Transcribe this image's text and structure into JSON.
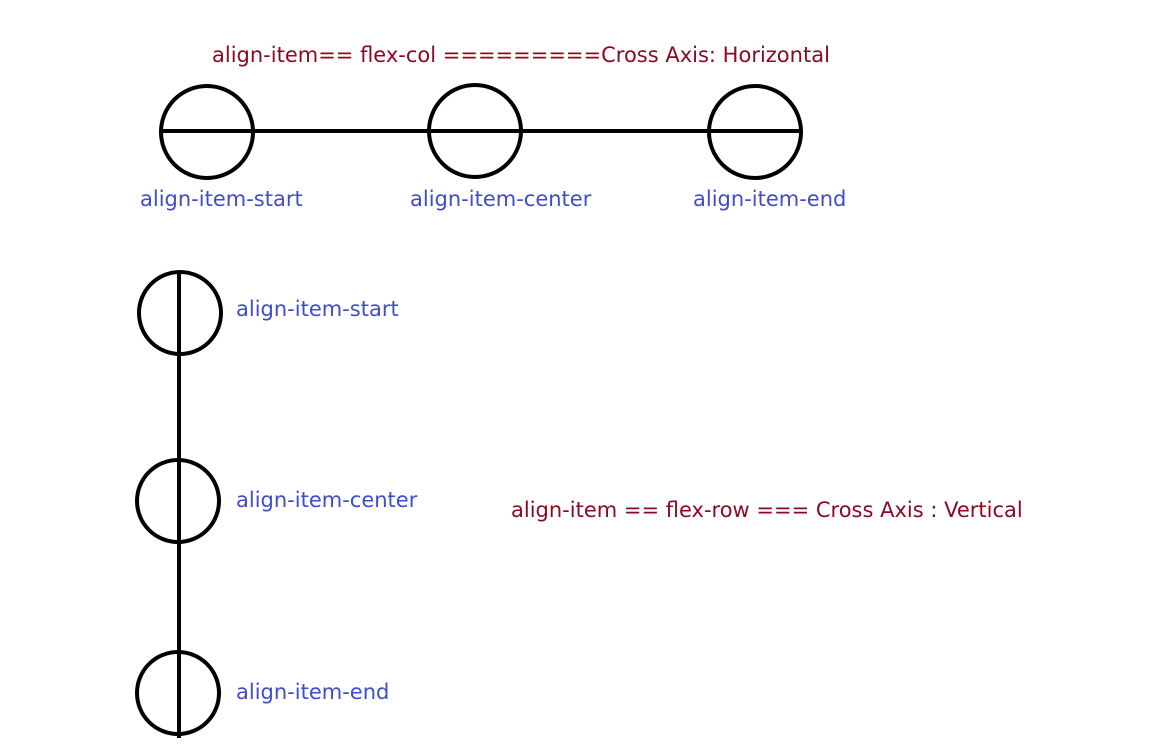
{
  "colors": {
    "heading": "#8b0a22",
    "item_label": "#3f4ccd",
    "stroke": "#000000",
    "background": "#ffffff"
  },
  "horizontal_section": {
    "heading": "align-item== flex-col =========Cross Axis: Horizontal",
    "labels": [
      "align-item-start",
      "align-item-center",
      "align-item-end"
    ]
  },
  "vertical_section": {
    "heading": "align-item == flex-row === Cross Axis : Vertical",
    "labels": [
      "align-item-start",
      "align-item-center",
      "align-item-end"
    ]
  }
}
